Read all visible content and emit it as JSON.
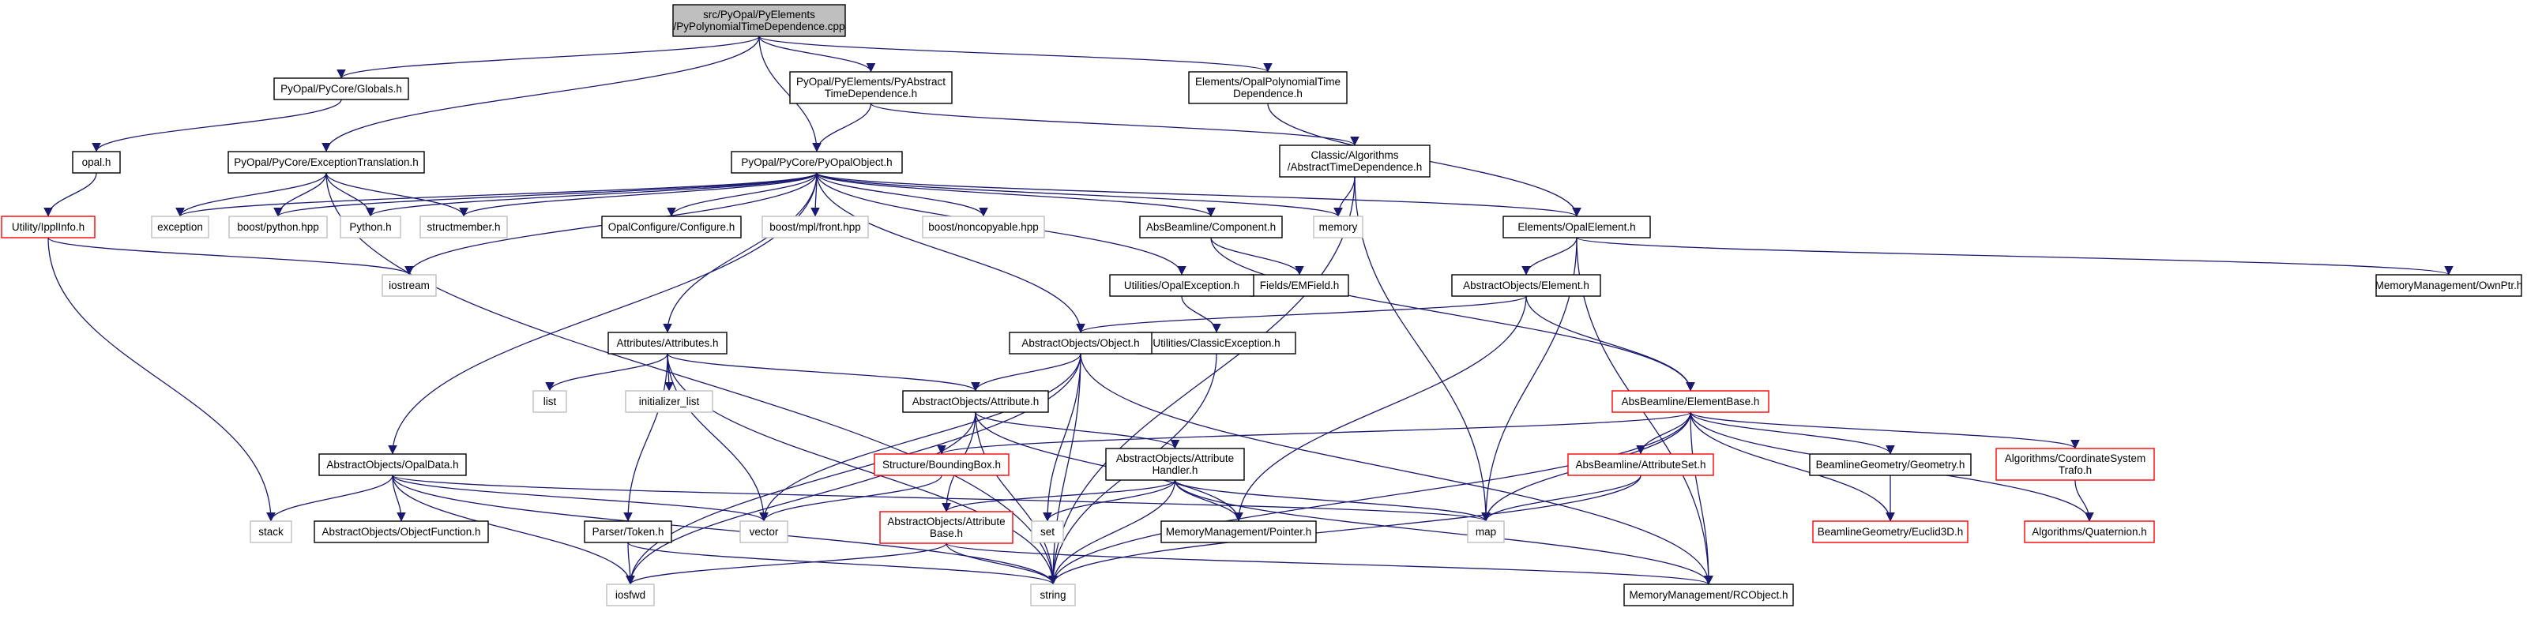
{
  "title": "src/PyOpal/PyElements/PyPolynomialTimeDependence.cpp",
  "colors": {
    "edge": "#191970",
    "edge_system": "#a9a9a9",
    "node_border": "#000000",
    "node_system_border": "#bfbfbf",
    "node_missing_border": "#ff0000",
    "root_fill": "#bfbfbf",
    "fill": "#ffffff"
  },
  "nodes": [
    {
      "id": "root",
      "lines": [
        "src/PyOpal/PyElements",
        "/PyPolynomialTimeDependence.cpp"
      ],
      "kind": "root"
    },
    {
      "id": "globals",
      "lines": [
        "PyOpal/PyCore/Globals.h"
      ],
      "kind": "normal"
    },
    {
      "id": "pyabs",
      "lines": [
        "PyOpal/PyElements/PyAbstract",
        "TimeDependence.h"
      ],
      "kind": "normal"
    },
    {
      "id": "opalpoly",
      "lines": [
        "Elements/OpalPolynomialTime",
        "Dependence.h"
      ],
      "kind": "normal"
    },
    {
      "id": "opalh",
      "lines": [
        "opal.h"
      ],
      "kind": "normal"
    },
    {
      "id": "exctrans",
      "lines": [
        "PyOpal/PyCore/ExceptionTranslation.h"
      ],
      "kind": "normal"
    },
    {
      "id": "pyopalobj",
      "lines": [
        "PyOpal/PyCore/PyOpalObject.h"
      ],
      "kind": "normal"
    },
    {
      "id": "absttd",
      "lines": [
        "Classic/Algorithms",
        "/AbstractTimeDependence.h"
      ],
      "kind": "normal"
    },
    {
      "id": "ippl",
      "lines": [
        "Utility/IpplInfo.h"
      ],
      "kind": "missing"
    },
    {
      "id": "exception",
      "lines": [
        "exception"
      ],
      "kind": "system"
    },
    {
      "id": "boostpy",
      "lines": [
        "boost/python.hpp"
      ],
      "kind": "system"
    },
    {
      "id": "pythonh",
      "lines": [
        "Python.h"
      ],
      "kind": "system"
    },
    {
      "id": "structmember",
      "lines": [
        "structmember.h"
      ],
      "kind": "system"
    },
    {
      "id": "opalconf",
      "lines": [
        "OpalConfigure/Configure.h"
      ],
      "kind": "normal"
    },
    {
      "id": "mplfront",
      "lines": [
        "boost/mpl/front.hpp"
      ],
      "kind": "system"
    },
    {
      "id": "noncopy",
      "lines": [
        "boost/noncopyable.hpp"
      ],
      "kind": "system"
    },
    {
      "id": "component",
      "lines": [
        "AbsBeamline/Component.h"
      ],
      "kind": "normal"
    },
    {
      "id": "memory",
      "lines": [
        "memory"
      ],
      "kind": "system"
    },
    {
      "id": "opalelem",
      "lines": [
        "Elements/OpalElement.h"
      ],
      "kind": "normal"
    },
    {
      "id": "iostream",
      "lines": [
        "iostream"
      ],
      "kind": "system"
    },
    {
      "id": "emfield",
      "lines": [
        "Fields/EMField.h"
      ],
      "kind": "normal"
    },
    {
      "id": "opalexc",
      "lines": [
        "Utilities/OpalException.h"
      ],
      "kind": "normal"
    },
    {
      "id": "aoelement",
      "lines": [
        "AbstractObjects/Element.h"
      ],
      "kind": "normal"
    },
    {
      "id": "ownptr",
      "lines": [
        "MemoryManagement/OwnPtr.h"
      ],
      "kind": "normal"
    },
    {
      "id": "classicexc",
      "lines": [
        "Utilities/ClassicException.h"
      ],
      "kind": "normal"
    },
    {
      "id": "aoobject",
      "lines": [
        "AbstractObjects/Object.h"
      ],
      "kind": "normal"
    },
    {
      "id": "attrs",
      "lines": [
        "Attributes/Attributes.h"
      ],
      "kind": "normal"
    },
    {
      "id": "list",
      "lines": [
        "list"
      ],
      "kind": "system"
    },
    {
      "id": "initlist",
      "lines": [
        "initializer_list"
      ],
      "kind": "system"
    },
    {
      "id": "aoattr",
      "lines": [
        "AbstractObjects/Attribute.h"
      ],
      "kind": "normal"
    },
    {
      "id": "elembase",
      "lines": [
        "AbsBeamline/ElementBase.h"
      ],
      "kind": "missing"
    },
    {
      "id": "opaldata",
      "lines": [
        "AbstractObjects/OpalData.h"
      ],
      "kind": "normal"
    },
    {
      "id": "bbox",
      "lines": [
        "Structure/BoundingBox.h"
      ],
      "kind": "missing"
    },
    {
      "id": "attrhandler",
      "lines": [
        "AbstractObjects/Attribute",
        "Handler.h"
      ],
      "kind": "normal"
    },
    {
      "id": "attrset",
      "lines": [
        "AbsBeamline/AttributeSet.h"
      ],
      "kind": "missing"
    },
    {
      "id": "geometry",
      "lines": [
        "BeamlineGeometry/Geometry.h"
      ],
      "kind": "normal"
    },
    {
      "id": "coordtrafo",
      "lines": [
        "Algorithms/CoordinateSystem",
        "Trafo.h"
      ],
      "kind": "missing"
    },
    {
      "id": "stack",
      "lines": [
        "stack"
      ],
      "kind": "system"
    },
    {
      "id": "objfunc",
      "lines": [
        "AbstractObjects/ObjectFunction.h"
      ],
      "kind": "normal"
    },
    {
      "id": "vector",
      "lines": [
        "vector"
      ],
      "kind": "system"
    },
    {
      "id": "token",
      "lines": [
        "Parser/Token.h"
      ],
      "kind": "normal"
    },
    {
      "id": "set",
      "lines": [
        "set"
      ],
      "kind": "system"
    },
    {
      "id": "pointer",
      "lines": [
        "MemoryManagement/Pointer.h"
      ],
      "kind": "normal"
    },
    {
      "id": "map",
      "lines": [
        "map"
      ],
      "kind": "system"
    },
    {
      "id": "euclid",
      "lines": [
        "BeamlineGeometry/Euclid3D.h"
      ],
      "kind": "missing"
    },
    {
      "id": "quaternion",
      "lines": [
        "Algorithms/Quaternion.h"
      ],
      "kind": "missing"
    },
    {
      "id": "attrbase",
      "lines": [
        "AbstractObjects/Attribute",
        "Base.h"
      ],
      "kind": "missing"
    },
    {
      "id": "iosfwd",
      "lines": [
        "iosfwd"
      ],
      "kind": "system"
    },
    {
      "id": "string",
      "lines": [
        "string"
      ],
      "kind": "system"
    },
    {
      "id": "rcobject",
      "lines": [
        "MemoryManagement/RCObject.h"
      ],
      "kind": "normal"
    }
  ],
  "edges": [
    [
      "root",
      "globals"
    ],
    [
      "root",
      "exctrans"
    ],
    [
      "root",
      "pyopalobj"
    ],
    [
      "root",
      "pyabs"
    ],
    [
      "root",
      "opalpoly"
    ],
    [
      "globals",
      "opalh"
    ],
    [
      "opalh",
      "ippl"
    ],
    [
      "ippl",
      "iostream"
    ],
    [
      "ippl",
      "stack"
    ],
    [
      "exctrans",
      "exception"
    ],
    [
      "exctrans",
      "boostpy"
    ],
    [
      "exctrans",
      "pythonh"
    ],
    [
      "exctrans",
      "structmember"
    ],
    [
      "exctrans",
      "string"
    ],
    [
      "pyabs",
      "pyopalobj"
    ],
    [
      "pyabs",
      "absttd"
    ],
    [
      "opalpoly",
      "opalelem"
    ],
    [
      "pyopalobj",
      "exception"
    ],
    [
      "pyopalobj",
      "boostpy"
    ],
    [
      "pyopalobj",
      "pythonh"
    ],
    [
      "pyopalobj",
      "structmember"
    ],
    [
      "pyopalobj",
      "iostream"
    ],
    [
      "pyopalobj",
      "opalconf"
    ],
    [
      "pyopalobj",
      "mplfront"
    ],
    [
      "pyopalobj",
      "noncopy"
    ],
    [
      "pyopalobj",
      "component"
    ],
    [
      "pyopalobj",
      "memory"
    ],
    [
      "pyopalobj",
      "opalelem"
    ],
    [
      "pyopalobj",
      "opalexc"
    ],
    [
      "pyopalobj",
      "aoobject"
    ],
    [
      "pyopalobj",
      "attrs"
    ],
    [
      "pyopalobj",
      "opaldata"
    ],
    [
      "absttd",
      "memory"
    ],
    [
      "absttd",
      "map"
    ],
    [
      "absttd",
      "string"
    ],
    [
      "opalelem",
      "aoelement"
    ],
    [
      "opalelem",
      "ownptr"
    ],
    [
      "opalelem",
      "map"
    ],
    [
      "opalelem",
      "rcobject"
    ],
    [
      "component",
      "emfield"
    ],
    [
      "component",
      "elembase"
    ],
    [
      "opalexc",
      "classicexc"
    ],
    [
      "classicexc",
      "string"
    ],
    [
      "aoelement",
      "aoobject"
    ],
    [
      "aoelement",
      "elembase"
    ],
    [
      "aoelement",
      "pointer"
    ],
    [
      "aoobject",
      "aoattr"
    ],
    [
      "aoobject",
      "vector"
    ],
    [
      "aoobject",
      "set"
    ],
    [
      "aoobject",
      "iosfwd"
    ],
    [
      "aoobject",
      "string"
    ],
    [
      "aoobject",
      "rcobject"
    ],
    [
      "attrs",
      "list"
    ],
    [
      "attrs",
      "initlist"
    ],
    [
      "attrs",
      "vector"
    ],
    [
      "attrs",
      "aoattr"
    ],
    [
      "attrs",
      "token"
    ],
    [
      "attrs",
      "string"
    ],
    [
      "aoattr",
      "attrhandler"
    ],
    [
      "aoattr",
      "attrbase"
    ],
    [
      "aoattr",
      "pointer"
    ],
    [
      "aoattr",
      "string"
    ],
    [
      "aoattr",
      "iosfwd"
    ],
    [
      "elembase",
      "bbox"
    ],
    [
      "elembase",
      "attrset"
    ],
    [
      "elembase",
      "geometry"
    ],
    [
      "elembase",
      "coordtrafo"
    ],
    [
      "elembase",
      "euclid"
    ],
    [
      "elembase",
      "quaternion"
    ],
    [
      "elembase",
      "map"
    ],
    [
      "elembase",
      "string"
    ],
    [
      "elembase",
      "rcobject"
    ],
    [
      "opaldata",
      "stack"
    ],
    [
      "opaldata",
      "objfunc"
    ],
    [
      "opaldata",
      "vector"
    ],
    [
      "opaldata",
      "map"
    ],
    [
      "opaldata",
      "iosfwd"
    ],
    [
      "opaldata",
      "string"
    ],
    [
      "bbox",
      "vector"
    ],
    [
      "attrhandler",
      "attrbase"
    ],
    [
      "attrhandler",
      "pointer"
    ],
    [
      "attrhandler",
      "set"
    ],
    [
      "attrhandler",
      "map"
    ],
    [
      "attrhandler",
      "string"
    ],
    [
      "attrhandler",
      "rcobject"
    ],
    [
      "attrset",
      "map"
    ],
    [
      "attrset",
      "string"
    ],
    [
      "geometry",
      "euclid"
    ],
    [
      "coordtrafo",
      "quaternion"
    ],
    [
      "token",
      "iosfwd"
    ],
    [
      "token",
      "string"
    ],
    [
      "attrbase",
      "rcobject"
    ],
    [
      "attrbase",
      "string"
    ],
    [
      "attrbase",
      "iosfwd"
    ]
  ]
}
